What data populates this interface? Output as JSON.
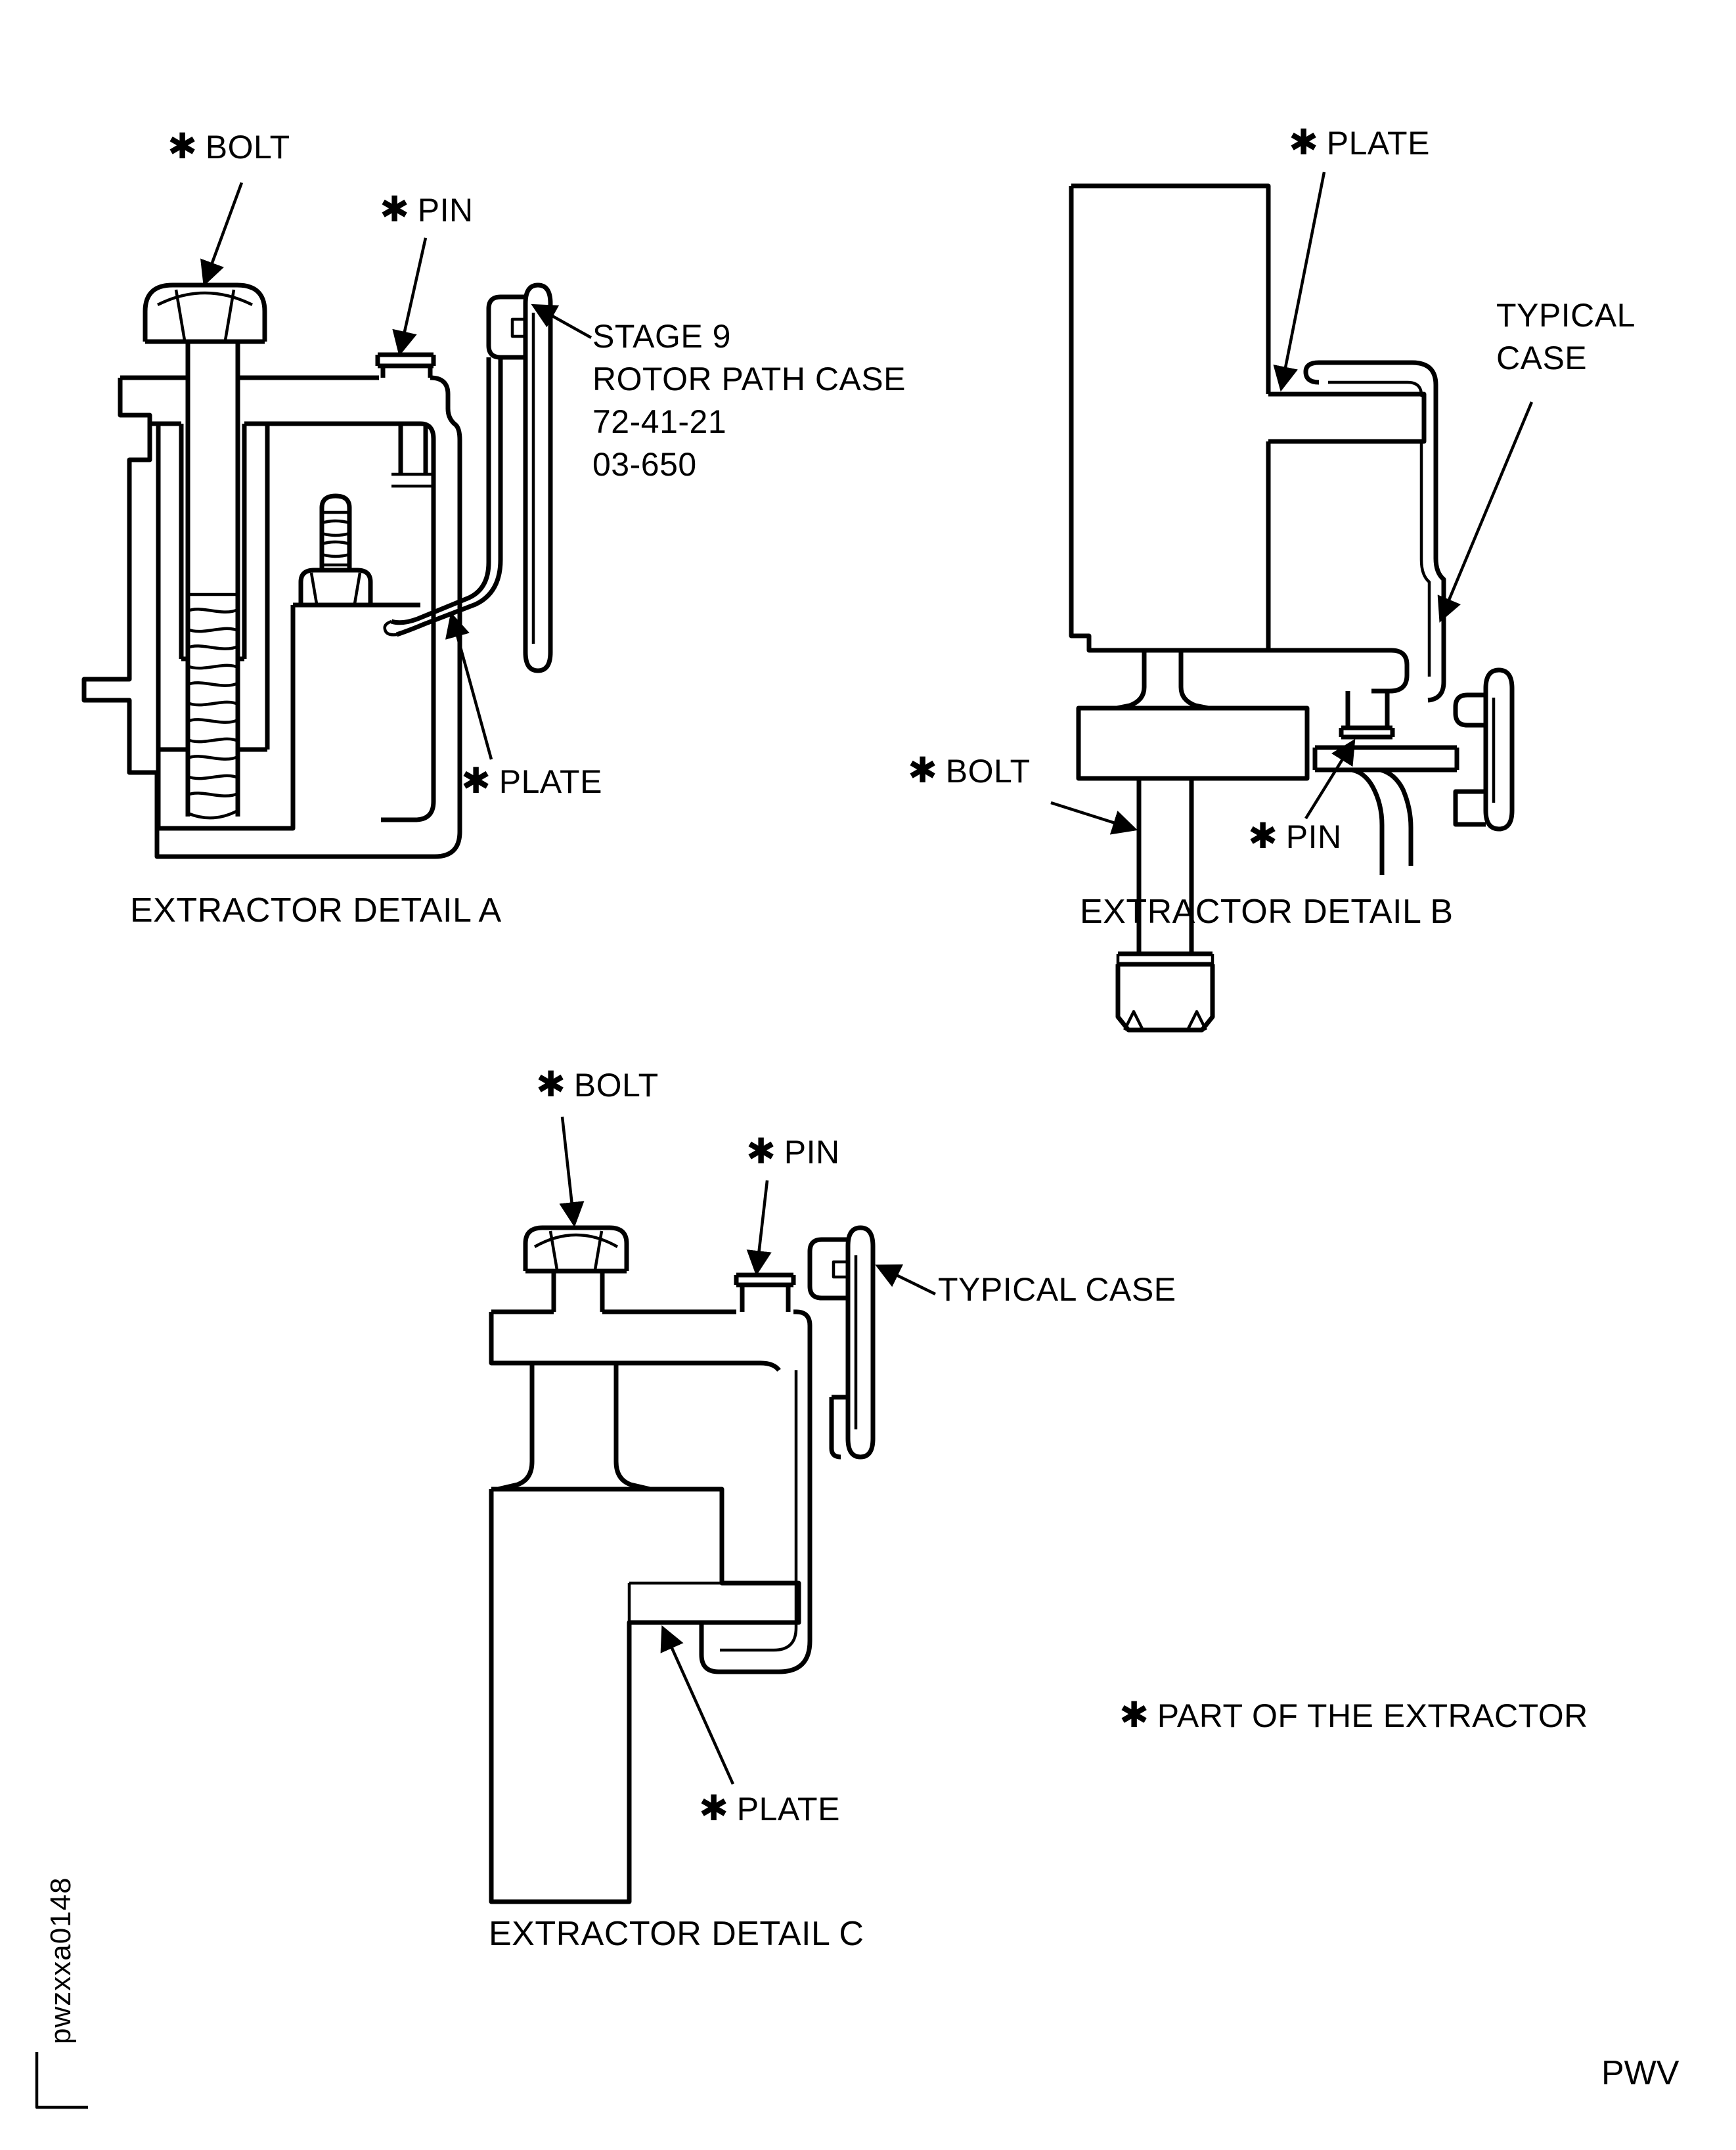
{
  "page": {
    "ink_color": "#000000",
    "paper_color": "#ffffff",
    "drawing_code": "pwzxxa0148",
    "page_code": "PWV",
    "asterisk": "✱",
    "footnote": "PART OF THE EXTRACTOR"
  },
  "details": {
    "a": {
      "title": "EXTRACTOR DETAIL A",
      "bolt": "BOLT",
      "pin": "PIN",
      "plate": "PLATE",
      "case_ref_line1": "STAGE 9",
      "case_ref_line2": "ROTOR PATH CASE",
      "case_ref_line3": "72-41-21",
      "case_ref_line4": "03-650"
    },
    "b": {
      "title": "EXTRACTOR DETAIL B",
      "bolt": "BOLT",
      "pin": "PIN",
      "plate": "PLATE",
      "case_line1": "TYPICAL",
      "case_line2": "CASE"
    },
    "c": {
      "title": "EXTRACTOR DETAIL C",
      "bolt": "BOLT",
      "pin": "PIN",
      "plate": "PLATE",
      "case_label": "TYPICAL CASE"
    }
  }
}
